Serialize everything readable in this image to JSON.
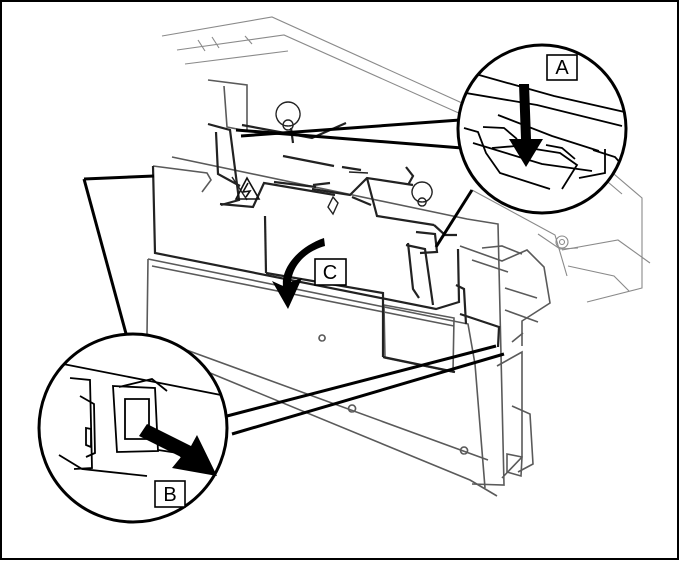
{
  "diagram": {
    "callouts": [
      {
        "id": "a",
        "label": "A"
      },
      {
        "id": "b",
        "label": "B"
      },
      {
        "id": "c",
        "label": "C"
      }
    ],
    "symbols": {
      "warning": "high-voltage-warning-icon"
    },
    "colors": {
      "line": "#000000",
      "light_line": "#777777",
      "background": "#ffffff"
    }
  }
}
